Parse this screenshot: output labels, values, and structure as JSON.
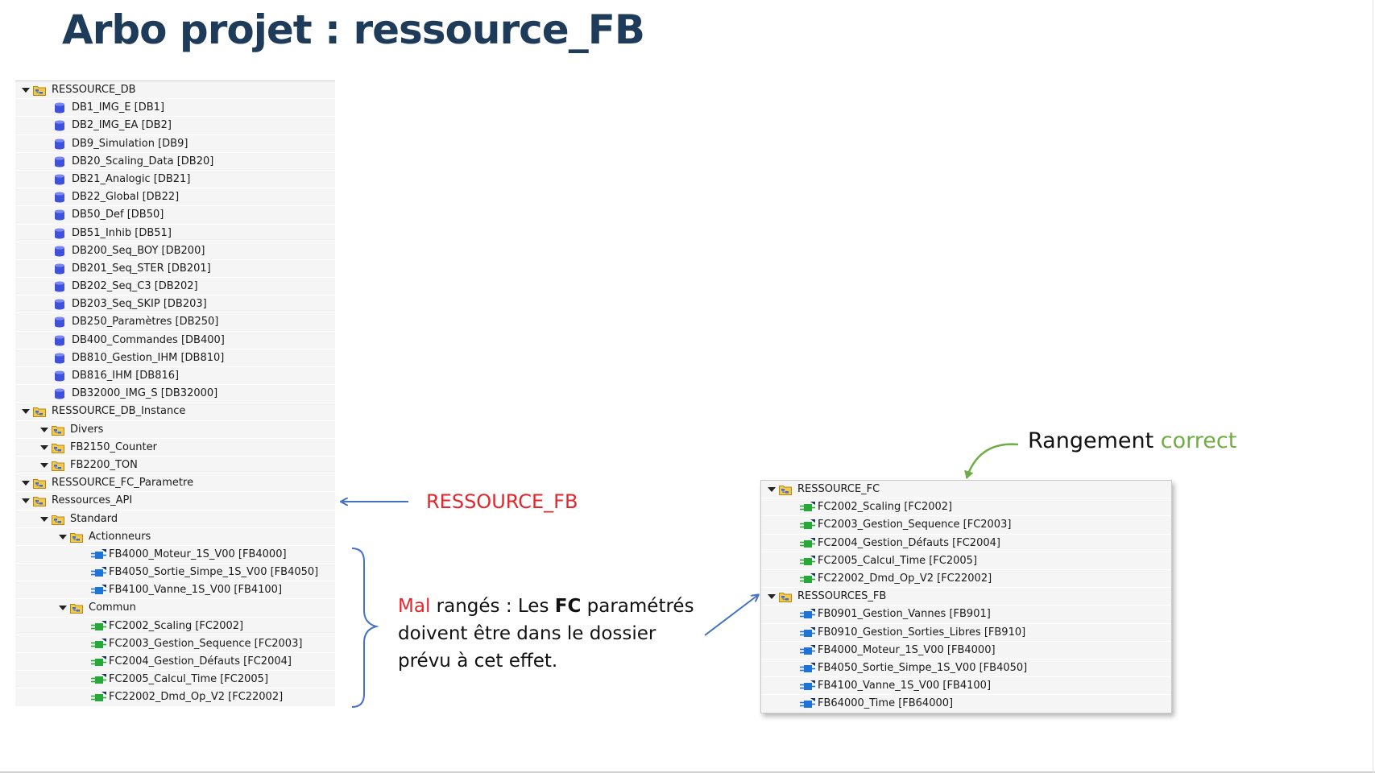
{
  "title": "Arbo projet : ressource_FB",
  "colors": {
    "title": "#1f3b5a",
    "red": "#e3262b",
    "green": "#70ad47",
    "arrow": "#4472c4",
    "tree_bg": "#f5f5f5",
    "db_icon": "#3f51d8",
    "fb_icon": "#1e73d6",
    "fc_icon": "#29a83a",
    "folder_icon": "#e6b640"
  },
  "tree_left": [
    {
      "label": "RESSOURCE_DB",
      "icon": "folder-icon",
      "expanded": true,
      "level": 0
    },
    {
      "label": "DB1_IMG_E [DB1]",
      "icon": "db-icon",
      "level": 1
    },
    {
      "label": "DB2_IMG_EA [DB2]",
      "icon": "db-icon",
      "level": 1
    },
    {
      "label": "DB9_Simulation [DB9]",
      "icon": "db-icon",
      "level": 1
    },
    {
      "label": "DB20_Scaling_Data [DB20]",
      "icon": "db-icon",
      "level": 1
    },
    {
      "label": "DB21_Analogic [DB21]",
      "icon": "db-icon",
      "level": 1
    },
    {
      "label": "DB22_Global [DB22]",
      "icon": "db-icon",
      "level": 1
    },
    {
      "label": "DB50_Def [DB50]",
      "icon": "db-icon",
      "level": 1
    },
    {
      "label": "DB51_Inhib [DB51]",
      "icon": "db-icon",
      "level": 1
    },
    {
      "label": "DB200_Seq_BOY [DB200]",
      "icon": "db-icon",
      "level": 1
    },
    {
      "label": "DB201_Seq_STER [DB201]",
      "icon": "db-icon",
      "level": 1
    },
    {
      "label": "DB202_Seq_C3 [DB202]",
      "icon": "db-icon",
      "level": 1
    },
    {
      "label": "DB203_Seq_SKIP [DB203]",
      "icon": "db-icon",
      "level": 1
    },
    {
      "label": "DB250_Paramètres [DB250]",
      "icon": "db-icon",
      "level": 1
    },
    {
      "label": "DB400_Commandes [DB400]",
      "icon": "db-icon",
      "level": 1
    },
    {
      "label": "DB810_Gestion_IHM [DB810]",
      "icon": "db-icon",
      "level": 1
    },
    {
      "label": "DB816_IHM [DB816]",
      "icon": "db-icon",
      "level": 1
    },
    {
      "label": "DB32000_IMG_S [DB32000]",
      "icon": "db-icon",
      "level": 1
    },
    {
      "label": "RESSOURCE_DB_Instance",
      "icon": "folder-icon",
      "expanded": true,
      "level": 0
    },
    {
      "label": "Divers",
      "icon": "folder-icon",
      "expanded": true,
      "level": 1
    },
    {
      "label": "FB2150_Counter",
      "icon": "folder-icon",
      "expanded": true,
      "level": 1
    },
    {
      "label": "FB2200_TON",
      "icon": "folder-icon",
      "expanded": true,
      "level": 1
    },
    {
      "label": "RESSOURCE_FC_Parametre",
      "icon": "folder-icon",
      "expanded": true,
      "level": 0
    },
    {
      "label": "Ressources_API",
      "icon": "folder-icon",
      "expanded": true,
      "level": 0
    },
    {
      "label": "Standard",
      "icon": "folder-icon",
      "expanded": true,
      "level": 1
    },
    {
      "label": "Actionneurs",
      "icon": "folder-icon",
      "expanded": true,
      "level": 2
    },
    {
      "label": "FB4000_Moteur_1S_V00 [FB4000]",
      "icon": "fb-icon",
      "level": 3
    },
    {
      "label": "FB4050_Sortie_Simpe_1S_V00 [FB4050]",
      "icon": "fb-icon",
      "level": 3
    },
    {
      "label": "FB4100_Vanne_1S_V00 [FB4100]",
      "icon": "fb-icon",
      "level": 3
    },
    {
      "label": "Commun",
      "icon": "folder-icon",
      "expanded": true,
      "level": 2
    },
    {
      "label": "FC2002_Scaling [FC2002]",
      "icon": "fc-icon",
      "level": 3
    },
    {
      "label": "FC2003_Gestion_Sequence [FC2003]",
      "icon": "fc-icon",
      "level": 3
    },
    {
      "label": "FC2004_Gestion_Défauts [FC2004]",
      "icon": "fc-icon",
      "level": 3
    },
    {
      "label": "FC2005_Calcul_Time [FC2005]",
      "icon": "fc-icon",
      "level": 3
    },
    {
      "label": "FC22002_Dmd_Op_V2 [FC22002]",
      "icon": "fc-icon",
      "level": 3
    }
  ],
  "tree_right": [
    {
      "label": "RESSOURCE_FC",
      "icon": "folder-icon",
      "expanded": true,
      "level": 0
    },
    {
      "label": "FC2002_Scaling [FC2002]",
      "icon": "fc-icon",
      "level": 1
    },
    {
      "label": "FC2003_Gestion_Sequence [FC2003]",
      "icon": "fc-icon",
      "level": 1
    },
    {
      "label": "FC2004_Gestion_Défauts [FC2004]",
      "icon": "fc-icon",
      "level": 1
    },
    {
      "label": "FC2005_Calcul_Time [FC2005]",
      "icon": "fc-icon",
      "level": 1
    },
    {
      "label": "FC22002_Dmd_Op_V2 [FC22002]",
      "icon": "fc-icon",
      "level": 1
    },
    {
      "label": "RESSOURCES_FB",
      "icon": "folder-icon",
      "expanded": true,
      "level": 0
    },
    {
      "label": "FB0901_Gestion_Vannes [FB901]",
      "icon": "fb-icon",
      "level": 1
    },
    {
      "label": "FB0910_Gestion_Sorties_Libres [FB910]",
      "icon": "fb-icon",
      "level": 1
    },
    {
      "label": "FB4000_Moteur_1S_V00 [FB4000]",
      "icon": "fb-icon",
      "level": 1
    },
    {
      "label": "FB4050_Sortie_Simpe_1S_V00 [FB4050]",
      "icon": "fb-icon",
      "level": 1
    },
    {
      "label": "FB4100_Vanne_1S_V00 [FB4100]",
      "icon": "fb-icon",
      "level": 1
    },
    {
      "label": "FB64000_Time [FB64000]",
      "icon": "fb-icon",
      "level": 1
    }
  ],
  "annotations": {
    "ressource_fb": "RESSOURCE_FB",
    "mal_word": "Mal",
    "mal_rest1": " rangés : Les ",
    "mal_fc": "FC",
    "mal_rest2": " paramétrés",
    "mal_line2": "doivent être dans le dossier",
    "mal_line3": "prévu à cet effet.",
    "rangement_word": "Rangement ",
    "correct_word": "correct"
  }
}
